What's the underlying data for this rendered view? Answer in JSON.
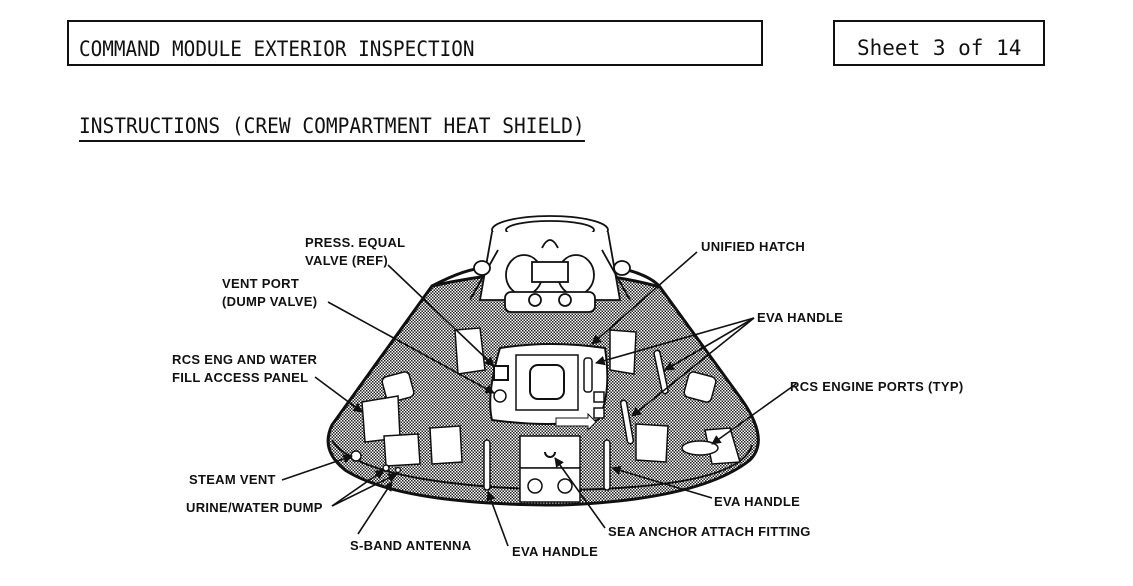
{
  "header": {
    "title": "COMMAND MODULE EXTERIOR INSPECTION",
    "sheet": "Sheet 3 of 14"
  },
  "section": {
    "title": "INSTRUCTIONS (CREW COMPARTMENT HEAT SHIELD)"
  },
  "diagram": {
    "subject": "Command Module crew compartment heat shield",
    "labels": {
      "press_equal_1": "PRESS. EQUAL",
      "press_equal_2": "VALVE (REF)",
      "vent_port_1": "VENT PORT",
      "vent_port_2": "(DUMP VALVE)",
      "rcs_access_1": "RCS ENG AND WATER",
      "rcs_access_2": "FILL ACCESS PANEL",
      "steam_vent": "STEAM VENT",
      "urine_dump": "URINE/WATER DUMP",
      "s_band": "S-BAND ANTENNA",
      "eva_handle_bottom": "EVA HANDLE",
      "sea_anchor": "SEA ANCHOR ATTACH FITTING",
      "eva_handle_right_low": "EVA HANDLE",
      "rcs_ports": "RCS ENGINE PORTS (TYP)",
      "eva_handle_top": "EVA HANDLE",
      "unified_hatch": "UNIFIED HATCH"
    }
  }
}
